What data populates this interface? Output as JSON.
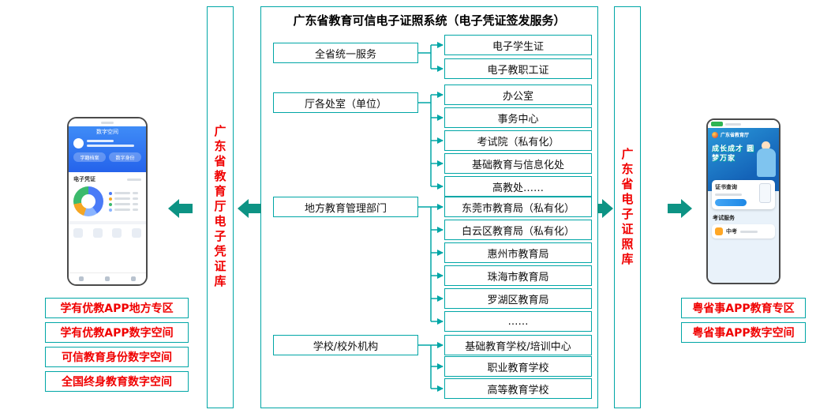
{
  "colors": {
    "box_border": "#00a6a6",
    "arrow": "#0d9384",
    "red_text": "#f00000",
    "phone_blue": "#2563eb"
  },
  "title": "广东省教育可信电子证照系统（电子凭证签发服务）",
  "stores": {
    "left": "广东省教育厅电子凭证库",
    "right": "广东省电子证照库"
  },
  "groups": [
    {
      "category": "全省统一服务",
      "items": [
        "电子学生证",
        "电子教职工证"
      ]
    },
    {
      "category": "厅各处室（单位）",
      "items": [
        "办公室",
        "事务中心",
        "考试院（私有化）",
        "基础教育与信息化处",
        "高教处……"
      ]
    },
    {
      "category": "地方教育管理部门",
      "items": [
        "东莞市教育局（私有化）",
        "白云区教育局（私有化）",
        "惠州市教育局",
        "珠海市教育局",
        "罗湖区教育局",
        "……"
      ]
    },
    {
      "category": "学校/校外机构",
      "items": [
        "基础教育学校/培训中心",
        "职业教育学校",
        "高等教育学校"
      ]
    }
  ],
  "left_apps": [
    "学有优教APP地方专区",
    "学有优教APP数字空间",
    "可信教育身份数字空间",
    "全国终身教育数字空间"
  ],
  "right_apps": [
    "粤省事APP教育专区",
    "粤省事APP数字空间"
  ],
  "phone_left": {
    "title": "数字空间",
    "tab1": "学籍档案",
    "tab2": "数字身份",
    "section1": "电子凭证"
  },
  "phone_right": {
    "org": "广东省教育厅",
    "slogan": "成长成才 圆梦万家",
    "card_title": "证书查询",
    "section": "考试服务",
    "item1": "中考"
  }
}
